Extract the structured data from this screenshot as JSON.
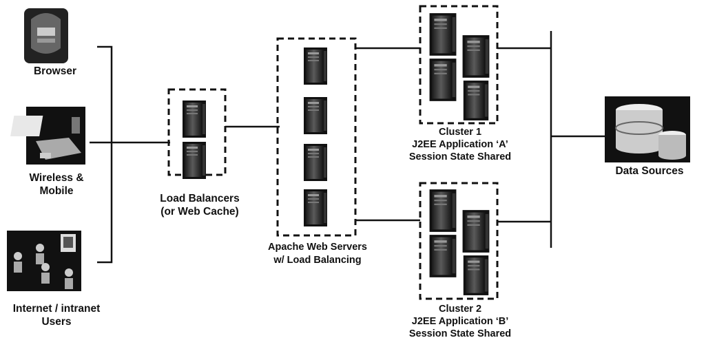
{
  "clients": {
    "browser": {
      "label": "Browser",
      "icon": "browser-icon"
    },
    "wireless": {
      "label_line1": "Wireless &",
      "label_line2": "Mobile",
      "icon": "laptop-icon"
    },
    "users": {
      "label_line1": "Internet / intranet",
      "label_line2": "Users",
      "icon": "users-icon"
    }
  },
  "load_balancers": {
    "label_line1": "Load Balancers",
    "label_line2": "(or Web Cache)",
    "icon": "server-icon"
  },
  "web_servers": {
    "label_line1": "Apache Web Servers",
    "label_line2": "w/ Load Balancing",
    "icon": "server-icon"
  },
  "cluster1": {
    "label_line1": "Cluster 1",
    "label_line2": "J2EE Application ‘A’",
    "label_line3": "Session State Shared",
    "icon": "server-icon"
  },
  "cluster2": {
    "label_line1": "Cluster 2",
    "label_line2": "J2EE Application ‘B’",
    "label_line3": "Session State Shared",
    "icon": "server-icon"
  },
  "data_sources": {
    "label": "Data Sources",
    "icon": "database-icon"
  },
  "colors": {
    "line": "#111111",
    "dash": "#111111",
    "server_body": "#2a2a2a",
    "server_face": "#555555",
    "db_light": "#dddddd"
  }
}
